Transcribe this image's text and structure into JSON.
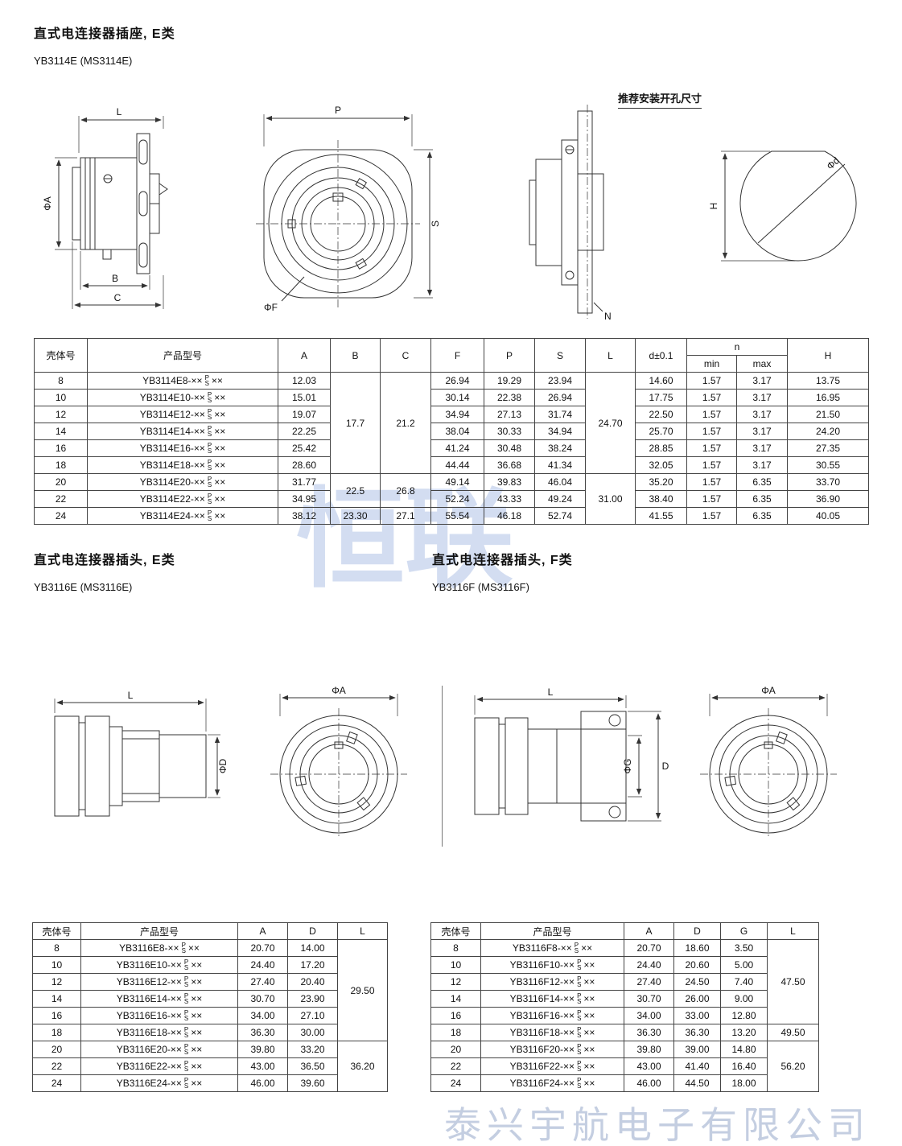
{
  "page": {
    "title1": "直式电连接器插座, E类",
    "subtitle1": "YB3114E (MS3114E)",
    "mount_note": "推荐安装开孔尺寸",
    "title2": "直式电连接器插头, E类",
    "subtitle2": "YB3116E (MS3116E)",
    "title3": "直式电连接器插头, F类",
    "subtitle3": "YB3116F (MS3116F)",
    "watermark_center": "恒联",
    "watermark_bottom": "泰兴宇航电子有限公司"
  },
  "models": {
    "ps_top": "P",
    "ps_bottom": "S",
    "suffix": "××"
  },
  "drawings": {
    "socket_side": {
      "l": "L",
      "phi_a": "ΦA",
      "b": "B",
      "c": "C"
    },
    "socket_front": {
      "p": "P",
      "s": "S",
      "phi_f": "ΦF"
    },
    "socket_section": {
      "n": "N"
    },
    "mount_hole": {
      "phi_d": "Φd",
      "h": "H"
    },
    "plug_e_side": {
      "l": "L",
      "phi_d": "ΦD"
    },
    "plug_e_front": {
      "phi_a": "ΦA"
    },
    "plug_f_side": {
      "l": "L",
      "phi_g": "ΦG",
      "d": "D"
    },
    "plug_f_front": {
      "phi_a": "ΦA"
    }
  },
  "table1": {
    "head": [
      [
        {
          "v": "壳体号",
          "rs": 2
        },
        {
          "v": "产品型号",
          "rs": 2
        },
        {
          "v": "A",
          "rs": 2
        },
        {
          "v": "B",
          "rs": 2
        },
        {
          "v": "C",
          "rs": 2
        },
        {
          "v": "F",
          "rs": 2
        },
        {
          "v": "P",
          "rs": 2
        },
        {
          "v": "S",
          "rs": 2
        },
        {
          "v": "L",
          "rs": 2
        },
        {
          "v": "d±0.1",
          "rs": 2
        },
        {
          "v": "n",
          "cs": 2
        },
        {
          "v": "H",
          "rs": 2
        }
      ],
      [
        "min",
        "max"
      ]
    ],
    "rows": [
      [
        "8",
        {
          "model": "YB3114E8-××"
        },
        "12.03",
        {
          "v": "17.7",
          "rs": 6
        },
        {
          "v": "21.2",
          "rs": 6
        },
        "26.94",
        "19.29",
        "23.94",
        {
          "v": "24.70",
          "rs": 6
        },
        "14.60",
        "1.57",
        "3.17",
        "13.75"
      ],
      [
        "10",
        {
          "model": "YB3114E10-××"
        },
        "15.01",
        null,
        null,
        "30.14",
        "22.38",
        "26.94",
        null,
        "17.75",
        "1.57",
        "3.17",
        "16.95"
      ],
      [
        "12",
        {
          "model": "YB3114E12-××"
        },
        "19.07",
        null,
        null,
        "34.94",
        "27.13",
        "31.74",
        null,
        "22.50",
        "1.57",
        "3.17",
        "21.50"
      ],
      [
        "14",
        {
          "model": "YB3114E14-××"
        },
        "22.25",
        null,
        null,
        "38.04",
        "30.33",
        "34.94",
        null,
        "25.70",
        "1.57",
        "3.17",
        "24.20"
      ],
      [
        "16",
        {
          "model": "YB3114E16-××"
        },
        "25.42",
        null,
        null,
        "41.24",
        "30.48",
        "38.24",
        null,
        "28.85",
        "1.57",
        "3.17",
        "27.35"
      ],
      [
        "18",
        {
          "model": "YB3114E18-××"
        },
        "28.60",
        null,
        null,
        "44.44",
        "36.68",
        "41.34",
        null,
        "32.05",
        "1.57",
        "3.17",
        "30.55"
      ],
      [
        "20",
        {
          "model": "YB3114E20-××"
        },
        "31.77",
        {
          "v": "22.5",
          "rs": 2
        },
        {
          "v": "26.8",
          "rs": 2
        },
        "49.14",
        "39.83",
        "46.04",
        {
          "v": "31.00",
          "rs": 3
        },
        "35.20",
        "1.57",
        "6.35",
        "33.70"
      ],
      [
        "22",
        {
          "model": "YB3114E22-××"
        },
        "34.95",
        null,
        null,
        "52.24",
        "43.33",
        "49.24",
        null,
        "38.40",
        "1.57",
        "6.35",
        "36.90"
      ],
      [
        "24",
        {
          "model": "YB3114E24-××"
        },
        "38.12",
        "23.30",
        "27.1",
        "55.54",
        "46.18",
        "52.74",
        null,
        "41.55",
        "1.57",
        "6.35",
        "40.05"
      ]
    ]
  },
  "table2": {
    "head": [
      [
        "壳体号",
        "产品型号",
        "A",
        "D",
        "L"
      ]
    ],
    "rows": [
      [
        "8",
        {
          "model": "YB3116E8-××"
        },
        "20.70",
        "14.00",
        {
          "v": "29.50",
          "rs": 6
        }
      ],
      [
        "10",
        {
          "model": "YB3116E10-××"
        },
        "24.40",
        "17.20",
        null
      ],
      [
        "12",
        {
          "model": "YB3116E12-××"
        },
        "27.40",
        "20.40",
        null
      ],
      [
        "14",
        {
          "model": "YB3116E14-××"
        },
        "30.70",
        "23.90",
        null
      ],
      [
        "16",
        {
          "model": "YB3116E16-××"
        },
        "34.00",
        "27.10",
        null
      ],
      [
        "18",
        {
          "model": "YB3116E18-××"
        },
        "36.30",
        "30.00",
        null
      ],
      [
        "20",
        {
          "model": "YB3116E20-××"
        },
        "39.80",
        "33.20",
        {
          "v": "36.20",
          "rs": 3
        }
      ],
      [
        "22",
        {
          "model": "YB3116E22-××"
        },
        "43.00",
        "36.50",
        null
      ],
      [
        "24",
        {
          "model": "YB3116E24-××"
        },
        "46.00",
        "39.60",
        null
      ]
    ]
  },
  "table3": {
    "head": [
      [
        "壳体号",
        "产品型号",
        "A",
        "D",
        "G",
        "L"
      ]
    ],
    "rows": [
      [
        "8",
        {
          "model": "YB3116F8-××"
        },
        "20.70",
        "18.60",
        "3.50",
        {
          "v": "47.50",
          "rs": 5
        }
      ],
      [
        "10",
        {
          "model": "YB3116F10-××"
        },
        "24.40",
        "20.60",
        "5.00",
        null
      ],
      [
        "12",
        {
          "model": "YB3116F12-××"
        },
        "27.40",
        "24.50",
        "7.40",
        null
      ],
      [
        "14",
        {
          "model": "YB3116F14-××"
        },
        "30.70",
        "26.00",
        "9.00",
        null
      ],
      [
        "16",
        {
          "model": "YB3116F16-××"
        },
        "34.00",
        "33.00",
        "12.80",
        null
      ],
      [
        "18",
        {
          "model": "YB3116F18-××"
        },
        "36.30",
        "36.30",
        "13.20",
        "49.50"
      ],
      [
        "20",
        {
          "model": "YB3116F20-××"
        },
        "39.80",
        "39.00",
        "14.80",
        {
          "v": "56.20",
          "rs": 3
        }
      ],
      [
        "22",
        {
          "model": "YB3116F22-××"
        },
        "43.00",
        "41.40",
        "16.40",
        null
      ],
      [
        "24",
        {
          "model": "YB3116F24-××"
        },
        "46.00",
        "44.50",
        "18.00",
        null
      ]
    ]
  }
}
